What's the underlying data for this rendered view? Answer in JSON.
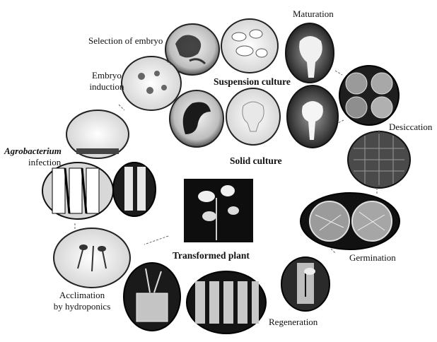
{
  "labels": {
    "maturation": "Maturation",
    "selection_of_embryo": "Selection of embryo",
    "embryo_induction_line1": "Embryo",
    "embryo_induction_line2": "induction",
    "suspension_culture": "Suspension culture",
    "desiccation": "Desiccation",
    "solid_culture": "Solid culture",
    "agrobacterium": "Agrobacterium",
    "infection": "infection",
    "transformed_plant": "Transformed plant",
    "germination": "Germination",
    "acclimation_line1": "Acclimation",
    "acclimation_line2": "by hydroponics",
    "regeneration": "Regeneration"
  }
}
